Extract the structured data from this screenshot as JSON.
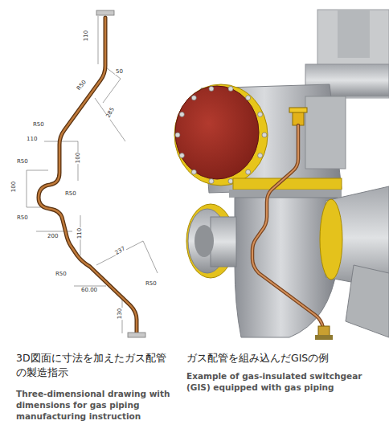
{
  "diagram": {
    "labels": [
      "110",
      "50",
      "R50",
      "285",
      "R50",
      "110",
      "100",
      "R50",
      "100",
      "R50",
      "R50",
      "200",
      "110",
      "237",
      "R50",
      "60.00",
      "R50",
      "130",
      "3D図面に寸法を加えたガス配管の製造指示",
      "Three-dimensional drawing with dimensions for gas piping manufacturing instruction",
      "ガス配管を組み込んだGISの例",
      "Example of gas-insulated switchgear (GIS) equipped with gas piping"
    ]
  }
}
